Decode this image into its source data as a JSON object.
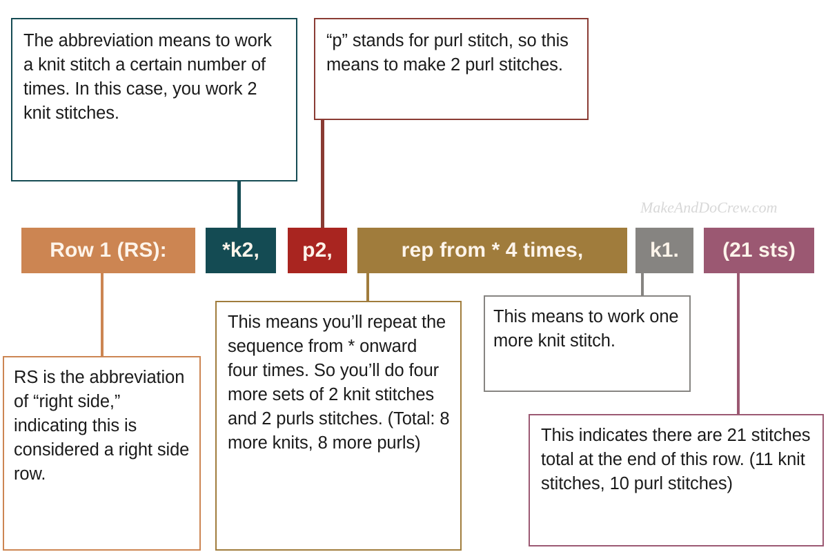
{
  "watermark": {
    "text": "MakeAndDoCrew.com"
  },
  "pattern_row": {
    "chips": [
      {
        "id": "row-label",
        "label": "Row 1  (RS):",
        "color": "#cc8552"
      },
      {
        "id": "k2",
        "label": "*k2,",
        "color": "#144b53"
      },
      {
        "id": "p2",
        "label": "p2,",
        "color": "#a92520"
      },
      {
        "id": "rep",
        "label": "rep from * 4 times,",
        "color": "#a07c3c"
      },
      {
        "id": "k1",
        "label": "k1.",
        "color": "#868481"
      },
      {
        "id": "sts",
        "label": "(21 sts)",
        "color": "#9b5872"
      }
    ]
  },
  "callouts": [
    {
      "id": "k2-note",
      "target": "k2",
      "color": "#144b53",
      "text": "The abbreviation means to work a knit stitch a certain number of times. In this case, you work 2 knit stitches."
    },
    {
      "id": "p2-note",
      "target": "p2",
      "color": "#8a3b33",
      "text": "“p” stands for purl stitch, so this means to make 2 purl stitches."
    },
    {
      "id": "rs-note",
      "target": "row-label",
      "color": "#cc8552",
      "text": "RS is the abbreviation of “right side,” indicating this is considered a right side row."
    },
    {
      "id": "rep-note",
      "target": "rep",
      "color": "#a07c3c",
      "text": "This means you’ll repeat the sequence from * onward four times. So you’ll do four more sets of 2 knit stitches and 2 purls stitches. (Total: 8 more knits, 8 more purls)"
    },
    {
      "id": "k1-note",
      "target": "k1",
      "color": "#868481",
      "text": "This means to work one more knit stitch."
    },
    {
      "id": "sts-note",
      "target": "sts",
      "color": "#9b5872",
      "text": "This indicates there are 21 stitches total at the end of this row. (11 knit stitches, 10 purl stitches)"
    }
  ]
}
